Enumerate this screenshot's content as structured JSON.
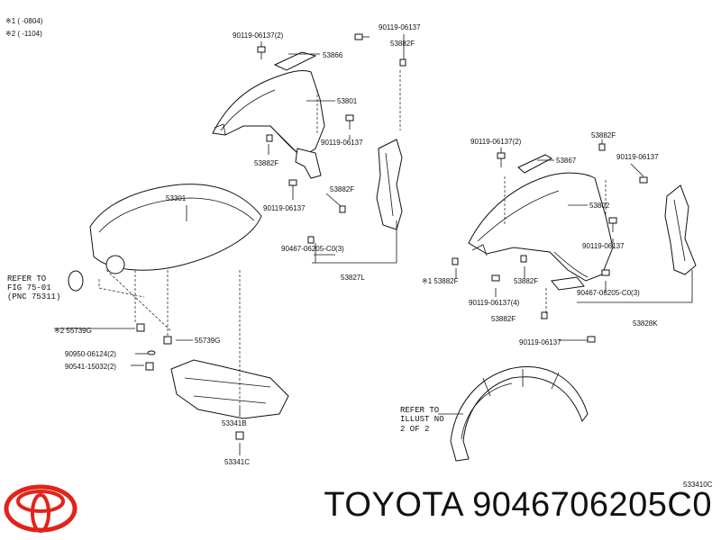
{
  "legend": {
    "note1": "※1 (    -0804)",
    "note2": "※2 (    -1104)"
  },
  "parts": {
    "p_90119_06137_2_a": "90119-06137(2)",
    "p_90119_06137_top": "90119-06137",
    "p_53882F_a": "53882F",
    "p_53866": "53866",
    "p_53801": "53801",
    "p_90119_06137_mid": "90119-06137",
    "p_53882F_b": "53882F",
    "p_53882F_c": "53882F",
    "p_90119_06137_left": "90119-06137",
    "p_90467_06205_3_a": "90467-06205-C0(3)",
    "p_53827L": "53827L",
    "p_53301": "53301",
    "p_90119_06137_2_b": "90119-06137(2)",
    "p_53882F_d": "53882F",
    "p_53867": "53867",
    "p_90119_06137_r1": "90119-06137",
    "p_53802": "53802",
    "p_90119_06137_r2": "90119-06137",
    "p_53882F_e": "※1 53882F",
    "p_53882F_f": "53882F",
    "p_90119_06137_4": "90119-06137(4)",
    "p_90467_06205_3_b": "90467-06205-C0(3)",
    "p_53882F_g": "53882F",
    "p_53828K": "53828K",
    "p_90119_06137_r3": "90119-06137",
    "p_55739G_a": "※2 55739G",
    "p_55739G_b": "55739G",
    "p_90950": "90950-06124(2)",
    "p_90541": "90541-15032(2)",
    "p_53341B": "53341B",
    "p_53341C": "53341C"
  },
  "refer_fig": [
    "REFER TO",
    "FIG 75-01",
    "(PNC 75311)"
  ],
  "refer_illust": [
    "REFER TO",
    "ILLUST NO",
    "2 OF 2"
  ],
  "diagram_code": "533410C",
  "brand_title": "TOYOTA 9046706205C0",
  "colors": {
    "ink": "#111111",
    "logo_red": "#e2231a"
  }
}
